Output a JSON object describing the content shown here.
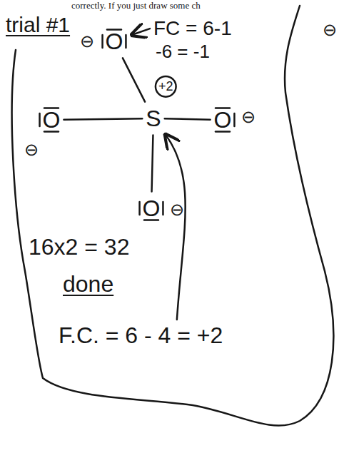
{
  "diagram": {
    "nodes": [
      {
        "text": [
          "O"
        ]
      },
      {
        "text": [
          "O"
        ]
      },
      {
        "text": [
          "S"
        ]
      },
      {
        "text": [
          "O"
        ]
      },
      {
        "text": [
          "O"
        ]
      }
    ],
    "edges": [
      {
        "from": 2,
        "to": 0,
        "arrow": "none"
      },
      {
        "from": 2,
        "to": 1,
        "arrow": "none"
      },
      {
        "from": 2,
        "to": 3,
        "arrow": "none"
      },
      {
        "from": 2,
        "to": 4,
        "arrow": "none"
      }
    ],
    "labels": [
      "correctly. If you just draw some ch",
      "trial #1",
      "⊖",
      "FC = 6-1",
      "-6 = -1",
      "+2",
      "⊖",
      "⊖",
      "⊖",
      "⊖",
      "16x2 = 32",
      "done",
      "F.C. = 6 - 4 = +2"
    ]
  }
}
